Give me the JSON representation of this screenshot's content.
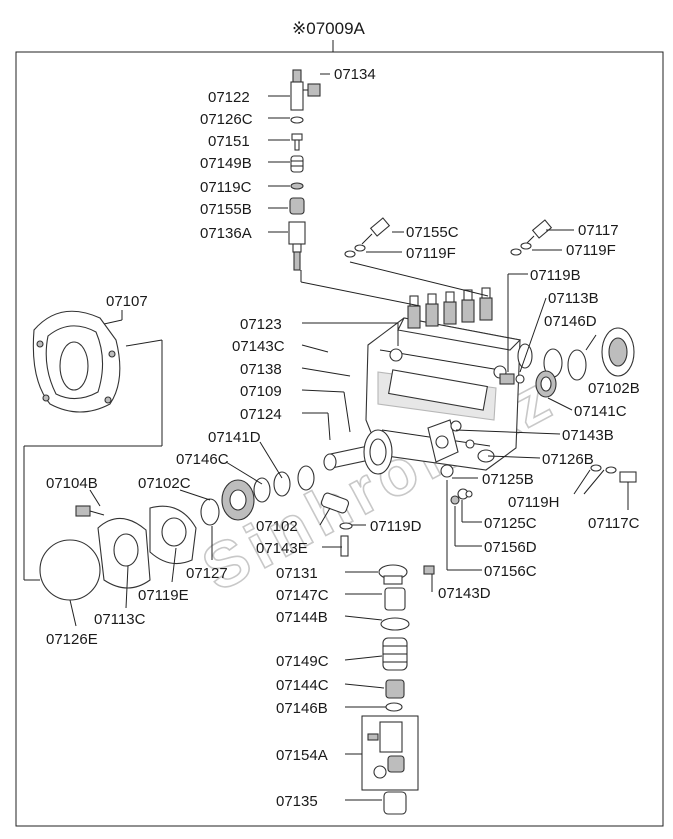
{
  "assembly_code": "※07009A",
  "watermark": "Sinhron.kz",
  "labels": {
    "p07134": "07134",
    "p07122": "07122",
    "p07126c": "07126C",
    "p07151": "07151",
    "p07149b": "07149B",
    "p07119c": "07119C",
    "p07155b": "07155B",
    "p07136a": "07136A",
    "p07155c": "07155C",
    "p07117": "07117",
    "p07119f_l": "07119F",
    "p07119f_r": "07119F",
    "p07119b": "07119B",
    "p07113b": "07113B",
    "p07146d": "07146D",
    "p07102b": "07102B",
    "p07141c": "07141C",
    "p07143b": "07143B",
    "p07107": "07107",
    "p07123": "07123",
    "p07143c": "07143C",
    "p07138": "07138",
    "p07109": "07109",
    "p07124": "07124",
    "p07141d": "07141D",
    "p07146c": "07146C",
    "p07104b": "07104B",
    "p07102c": "07102C",
    "p07126b": "07126B",
    "p07125b": "07125B",
    "p07119h": "07119H",
    "p07117c": "07117C",
    "p07102": "07102",
    "p07119d": "07119D",
    "p07125c": "07125C",
    "p07143e": "07143E",
    "p07156d": "07156D",
    "p07156c": "07156C",
    "p07131": "07131",
    "p07143d": "07143D",
    "p07147c": "07147C",
    "p07144b": "07144B",
    "p07149c": "07149C",
    "p07144c": "07144C",
    "p07146b": "07146B",
    "p07154a": "07154A",
    "p07135": "07135",
    "p07127": "07127",
    "p07119e": "07119E",
    "p07113c": "07113C",
    "p07126e": "07126E"
  }
}
